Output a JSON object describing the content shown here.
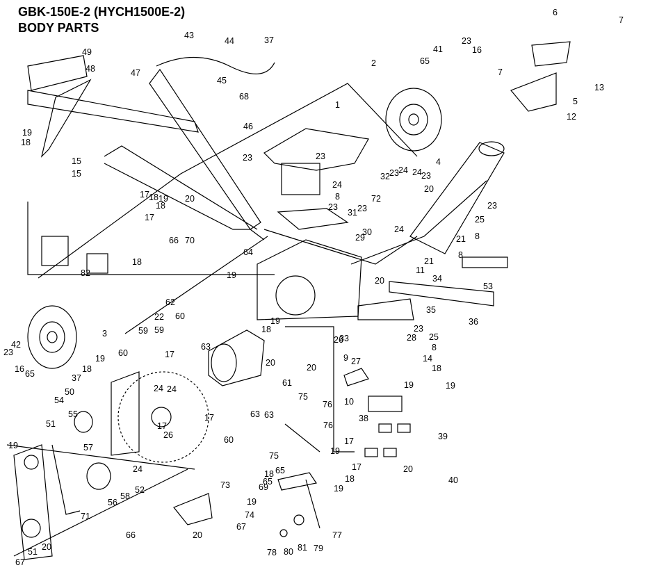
{
  "title": {
    "line1": "GBK-150E-2 (HYCH1500E-2)",
    "line2": "BODY PARTS"
  },
  "callouts": [
    "1",
    "2",
    "3",
    "4",
    "5",
    "6",
    "7",
    "7",
    "8",
    "8",
    "8",
    "8",
    "9",
    "10",
    "11",
    "12",
    "13",
    "14",
    "15",
    "15",
    "16",
    "16",
    "17",
    "17",
    "17",
    "17",
    "17",
    "17",
    "17",
    "18",
    "18",
    "18",
    "18",
    "18",
    "18",
    "18",
    "18",
    "18",
    "19",
    "19",
    "19",
    "19",
    "19",
    "19",
    "19",
    "19",
    "19",
    "19",
    "19",
    "20",
    "20",
    "20",
    "20",
    "20",
    "20",
    "20",
    "20",
    "21",
    "21",
    "22",
    "23",
    "23",
    "23",
    "23",
    "23",
    "23",
    "23",
    "23",
    "23",
    "23",
    "24",
    "24",
    "24",
    "24",
    "24",
    "24",
    "24",
    "25",
    "25",
    "26",
    "26",
    "27",
    "28",
    "29",
    "30",
    "31",
    "32",
    "33",
    "34",
    "35",
    "36",
    "37",
    "37",
    "38",
    "39",
    "40",
    "41",
    "42",
    "43",
    "44",
    "45",
    "46",
    "47",
    "48",
    "49",
    "50",
    "51",
    "51",
    "52",
    "53",
    "54",
    "55",
    "56",
    "57",
    "58",
    "59",
    "59",
    "60",
    "60",
    "60",
    "61",
    "62",
    "63",
    "63",
    "63",
    "64",
    "65",
    "65",
    "65",
    "65",
    "66",
    "66",
    "67",
    "67",
    "68",
    "69",
    "70",
    "71",
    "72",
    "73",
    "74",
    "75",
    "75",
    "76",
    "76",
    "77",
    "78",
    "79",
    "80",
    "81",
    "82"
  ]
}
